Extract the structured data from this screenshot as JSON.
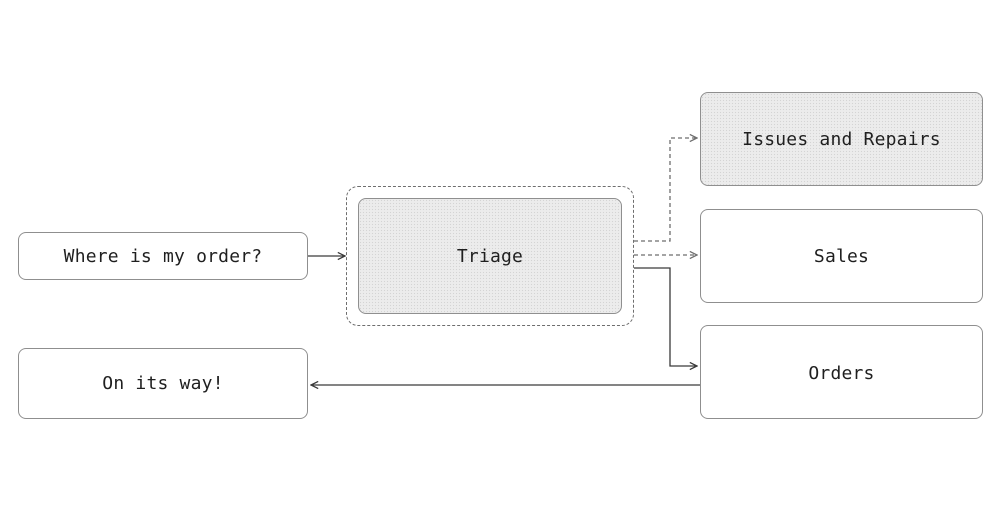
{
  "nodes": {
    "question": "Where is my order?",
    "triage": "Triage",
    "issues": "Issues and Repairs",
    "sales": "Sales",
    "orders": "Orders",
    "answer": "On its way!"
  },
  "colors": {
    "border": "#8f8f8f",
    "line": "#3a3a3a",
    "dashed_line": "#6e6e6e",
    "shaded_fill": "#ececec",
    "text": "#1f1f1f"
  },
  "edges": [
    {
      "from": "question",
      "to": "triage",
      "style": "solid"
    },
    {
      "from": "triage",
      "to": "issues",
      "style": "dashed"
    },
    {
      "from": "triage",
      "to": "sales",
      "style": "dashed"
    },
    {
      "from": "triage",
      "to": "orders",
      "style": "solid"
    },
    {
      "from": "orders",
      "to": "answer",
      "style": "solid"
    }
  ]
}
